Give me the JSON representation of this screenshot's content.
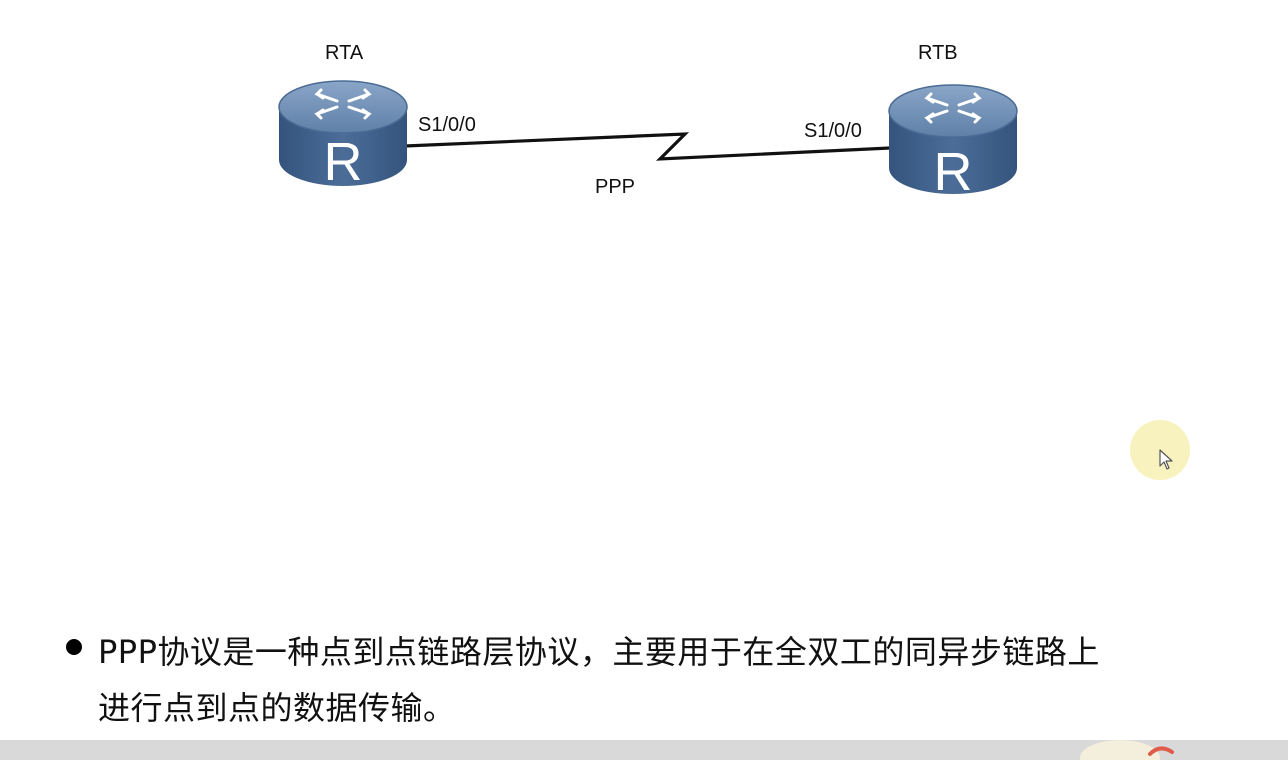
{
  "diagram": {
    "routers": [
      {
        "name": "RTA",
        "interface": "S1/0/0",
        "glyph": "R",
        "icon": "router-icon"
      },
      {
        "name": "RTB",
        "interface": "S1/0/0",
        "glyph": "R",
        "icon": "router-icon"
      }
    ],
    "link": {
      "protocol": "PPP",
      "type": "serial-lightning-link"
    }
  },
  "bullet": {
    "line1": "PPP协议是一种点到点链路层协议，主要用于在全双工的同异步链路上",
    "line2": "进行点到点的数据传输。"
  },
  "colors": {
    "router_top": "#6f8fb4",
    "router_side": "#3d5f8a",
    "router_side_dark": "#2e4d74",
    "link": "#111111",
    "cursor_highlight": "#f5eeaa",
    "bottom_bar": "#d9d9d9"
  }
}
